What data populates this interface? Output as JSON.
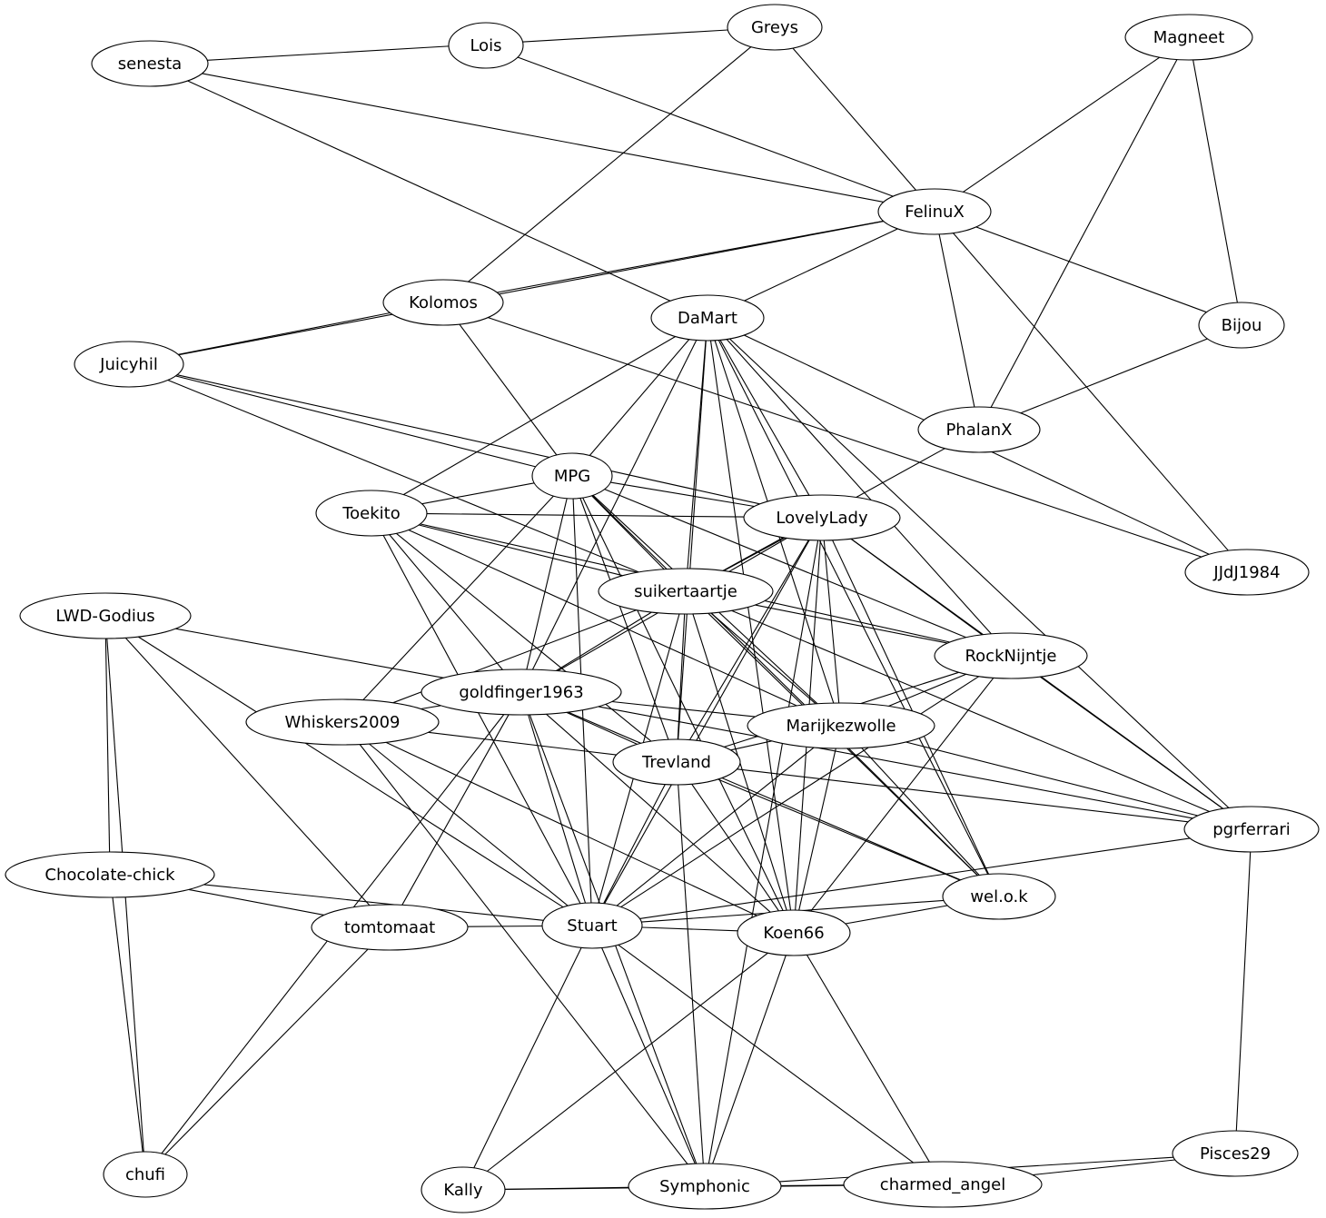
{
  "graph": {
    "nodes": [
      {
        "id": "senesta",
        "label": "senesta"
      },
      {
        "id": "Lois",
        "label": "Lois"
      },
      {
        "id": "Greys",
        "label": "Greys"
      },
      {
        "id": "Magneet",
        "label": "Magneet"
      },
      {
        "id": "FelinuX",
        "label": "FelinuX"
      },
      {
        "id": "Kolomos",
        "label": "Kolomos"
      },
      {
        "id": "DaMart",
        "label": "DaMart"
      },
      {
        "id": "Bijou",
        "label": "Bijou"
      },
      {
        "id": "Juicyhil",
        "label": "Juicyhil"
      },
      {
        "id": "PhalanX",
        "label": "PhalanX"
      },
      {
        "id": "MPG",
        "label": "MPG"
      },
      {
        "id": "Toekito",
        "label": "Toekito"
      },
      {
        "id": "LovelyLady",
        "label": "LovelyLady"
      },
      {
        "id": "JJdJ1984",
        "label": "JJdJ1984"
      },
      {
        "id": "suikertaartje",
        "label": "suikertaartje"
      },
      {
        "id": "LWD-Godius",
        "label": "LWD-Godius"
      },
      {
        "id": "RockNijntje",
        "label": "RockNijntje"
      },
      {
        "id": "goldfinger1963",
        "label": "goldfinger1963"
      },
      {
        "id": "Whiskers2009",
        "label": "Whiskers2009"
      },
      {
        "id": "Marijkezwolle",
        "label": "Marijkezwolle"
      },
      {
        "id": "Trevland",
        "label": "Trevland"
      },
      {
        "id": "pgrferrari",
        "label": "pgrferrari"
      },
      {
        "id": "Chocolate-chick",
        "label": "Chocolate-chick"
      },
      {
        "id": "wel.o.k",
        "label": "wel.o.k"
      },
      {
        "id": "tomtomaat",
        "label": "tomtomaat"
      },
      {
        "id": "Stuart",
        "label": "Stuart"
      },
      {
        "id": "Koen66",
        "label": "Koen66"
      },
      {
        "id": "Pisces29",
        "label": "Pisces29"
      },
      {
        "id": "chufi",
        "label": "chufi"
      },
      {
        "id": "Kally",
        "label": "Kally"
      },
      {
        "id": "Symphonic",
        "label": "Symphonic"
      },
      {
        "id": "charmed_angel",
        "label": "charmed_angel"
      }
    ],
    "edges": [
      [
        "senesta",
        "Greys"
      ],
      [
        "senesta",
        "FelinuX"
      ],
      [
        "senesta",
        "DaMart"
      ],
      [
        "Lois",
        "FelinuX"
      ],
      [
        "Greys",
        "FelinuX"
      ],
      [
        "Greys",
        "Kolomos"
      ],
      [
        "Magneet",
        "FelinuX"
      ],
      [
        "Magneet",
        "Bijou"
      ],
      [
        "Magneet",
        "PhalanX"
      ],
      [
        "FelinuX",
        "Kolomos"
      ],
      [
        "FelinuX",
        "Juicyhil"
      ],
      [
        "FelinuX",
        "DaMart"
      ],
      [
        "FelinuX",
        "Bijou"
      ],
      [
        "FelinuX",
        "PhalanX"
      ],
      [
        "FelinuX",
        "JJdJ1984"
      ],
      [
        "Bijou",
        "PhalanX"
      ],
      [
        "Kolomos",
        "Juicyhil"
      ],
      [
        "Kolomos",
        "MPG"
      ],
      [
        "Kolomos",
        "JJdJ1984"
      ],
      [
        "PhalanX",
        "suikertaartje"
      ],
      [
        "DaMart",
        "JJdJ1984"
      ],
      [
        "DaMart",
        "Toekito"
      ],
      [
        "DaMart",
        "MPG"
      ],
      [
        "DaMart",
        "LovelyLady"
      ],
      [
        "DaMart",
        "suikertaartje"
      ],
      [
        "DaMart",
        "goldfinger1963"
      ],
      [
        "DaMart",
        "Trevland"
      ],
      [
        "DaMart",
        "Marijkezwolle"
      ],
      [
        "DaMart",
        "RockNijntje"
      ],
      [
        "DaMart",
        "pgrferrari"
      ],
      [
        "DaMart",
        "Koen66"
      ],
      [
        "DaMart",
        "wel.o.k"
      ],
      [
        "Juicyhil",
        "MPG"
      ],
      [
        "Juicyhil",
        "LovelyLady"
      ],
      [
        "Juicyhil",
        "suikertaartje"
      ],
      [
        "MPG",
        "Toekito"
      ],
      [
        "MPG",
        "LovelyLady"
      ],
      [
        "MPG",
        "suikertaartje"
      ],
      [
        "MPG",
        "goldfinger1963"
      ],
      [
        "MPG",
        "Whiskers2009"
      ],
      [
        "MPG",
        "Trevland"
      ],
      [
        "MPG",
        "Marijkezwolle"
      ],
      [
        "MPG",
        "RockNijntje"
      ],
      [
        "MPG",
        "wel.o.k"
      ],
      [
        "MPG",
        "Koen66"
      ],
      [
        "MPG",
        "Stuart"
      ],
      [
        "Toekito",
        "LovelyLady"
      ],
      [
        "Toekito",
        "suikertaartje"
      ],
      [
        "Toekito",
        "goldfinger1963"
      ],
      [
        "Toekito",
        "Trevland"
      ],
      [
        "Toekito",
        "Marijkezwolle"
      ],
      [
        "Toekito",
        "RockNijntje"
      ],
      [
        "Toekito",
        "Stuart"
      ],
      [
        "LovelyLady",
        "suikertaartje"
      ],
      [
        "LovelyLady",
        "goldfinger1963"
      ],
      [
        "LovelyLady",
        "Trevland"
      ],
      [
        "LovelyLady",
        "Marijkezwolle"
      ],
      [
        "LovelyLady",
        "RockNijntje"
      ],
      [
        "LovelyLady",
        "pgrferrari"
      ],
      [
        "LovelyLady",
        "wel.o.k"
      ],
      [
        "LovelyLady",
        "Stuart"
      ],
      [
        "LovelyLady",
        "Koen66"
      ],
      [
        "LovelyLady",
        "Symphonic"
      ],
      [
        "suikertaartje",
        "goldfinger1963"
      ],
      [
        "suikertaartje",
        "Whiskers2009"
      ],
      [
        "suikertaartje",
        "Trevland"
      ],
      [
        "suikertaartje",
        "Marijkezwolle"
      ],
      [
        "suikertaartje",
        "RockNijntje"
      ],
      [
        "suikertaartje",
        "pgrferrari"
      ],
      [
        "suikertaartje",
        "wel.o.k"
      ],
      [
        "suikertaartje",
        "Stuart"
      ],
      [
        "suikertaartje",
        "Koen66"
      ],
      [
        "LWD-Godius",
        "goldfinger1963"
      ],
      [
        "LWD-Godius",
        "Chocolate-chick"
      ],
      [
        "LWD-Godius",
        "tomtomaat"
      ],
      [
        "LWD-Godius",
        "Stuart"
      ],
      [
        "LWD-Godius",
        "chufi"
      ],
      [
        "RockNijntje",
        "Marijkezwolle"
      ],
      [
        "RockNijntje",
        "Trevland"
      ],
      [
        "RockNijntje",
        "pgrferrari"
      ],
      [
        "RockNijntje",
        "Stuart"
      ],
      [
        "RockNijntje",
        "Koen66"
      ],
      [
        "goldfinger1963",
        "Whiskers2009"
      ],
      [
        "goldfinger1963",
        "Marijkezwolle"
      ],
      [
        "goldfinger1963",
        "Trevland"
      ],
      [
        "goldfinger1963",
        "pgrferrari"
      ],
      [
        "goldfinger1963",
        "wel.o.k"
      ],
      [
        "goldfinger1963",
        "tomtomaat"
      ],
      [
        "goldfinger1963",
        "Stuart"
      ],
      [
        "goldfinger1963",
        "Koen66"
      ],
      [
        "goldfinger1963",
        "chufi"
      ],
      [
        "goldfinger1963",
        "Symphonic"
      ],
      [
        "Whiskers2009",
        "Trevland"
      ],
      [
        "Whiskers2009",
        "Stuart"
      ],
      [
        "Whiskers2009",
        "Koen66"
      ],
      [
        "Whiskers2009",
        "Symphonic"
      ],
      [
        "Marijkezwolle",
        "Trevland"
      ],
      [
        "Marijkezwolle",
        "pgrferrari"
      ],
      [
        "Marijkezwolle",
        "wel.o.k"
      ],
      [
        "Marijkezwolle",
        "Stuart"
      ],
      [
        "Marijkezwolle",
        "Koen66"
      ],
      [
        "Trevland",
        "pgrferrari"
      ],
      [
        "Trevland",
        "wel.o.k"
      ],
      [
        "Trevland",
        "Stuart"
      ],
      [
        "Trevland",
        "Koen66"
      ],
      [
        "Trevland",
        "Symphonic"
      ],
      [
        "pgrferrari",
        "Stuart"
      ],
      [
        "pgrferrari",
        "Pisces29"
      ],
      [
        "Chocolate-chick",
        "tomtomaat"
      ],
      [
        "Chocolate-chick",
        "Stuart"
      ],
      [
        "Chocolate-chick",
        "chufi"
      ],
      [
        "wel.o.k",
        "Stuart"
      ],
      [
        "wel.o.k",
        "Koen66"
      ],
      [
        "tomtomaat",
        "Stuart"
      ],
      [
        "tomtomaat",
        "chufi"
      ],
      [
        "Stuart",
        "Koen66"
      ],
      [
        "Stuart",
        "Kally"
      ],
      [
        "Stuart",
        "Symphonic"
      ],
      [
        "Stuart",
        "charmed_angel"
      ],
      [
        "Koen66",
        "Kally"
      ],
      [
        "Koen66",
        "Symphonic"
      ],
      [
        "Koen66",
        "charmed_angel"
      ],
      [
        "Kally",
        "Symphonic"
      ],
      [
        "Kally",
        "charmed_angel"
      ],
      [
        "Symphonic",
        "charmed_angel"
      ],
      [
        "Symphonic",
        "Pisces29"
      ],
      [
        "charmed_angel",
        "Pisces29"
      ]
    ]
  }
}
